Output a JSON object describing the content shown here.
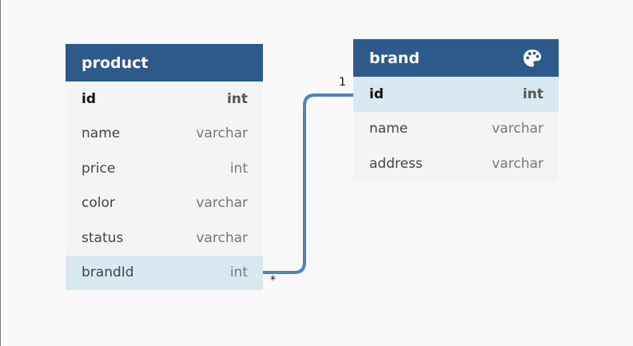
{
  "tables": {
    "product": {
      "name": "product",
      "columns": [
        {
          "name": "id",
          "type": "int"
        },
        {
          "name": "name",
          "type": "varchar"
        },
        {
          "name": "price",
          "type": "int"
        },
        {
          "name": "color",
          "type": "varchar"
        },
        {
          "name": "status",
          "type": "varchar"
        },
        {
          "name": "brandId",
          "type": "int"
        }
      ]
    },
    "brand": {
      "name": "brand",
      "icon": "palette-icon",
      "columns": [
        {
          "name": "id",
          "type": "int"
        },
        {
          "name": "name",
          "type": "varchar"
        },
        {
          "name": "address",
          "type": "varchar"
        }
      ]
    }
  },
  "relationship": {
    "from": "product.brandId",
    "to": "brand.id",
    "from_cardinality": "*",
    "to_cardinality": "1"
  },
  "colors": {
    "header": "#2d5a8a",
    "row_background": "#f4f4f4",
    "highlight": "#d9e8f1",
    "connector": "#4a86c0"
  }
}
